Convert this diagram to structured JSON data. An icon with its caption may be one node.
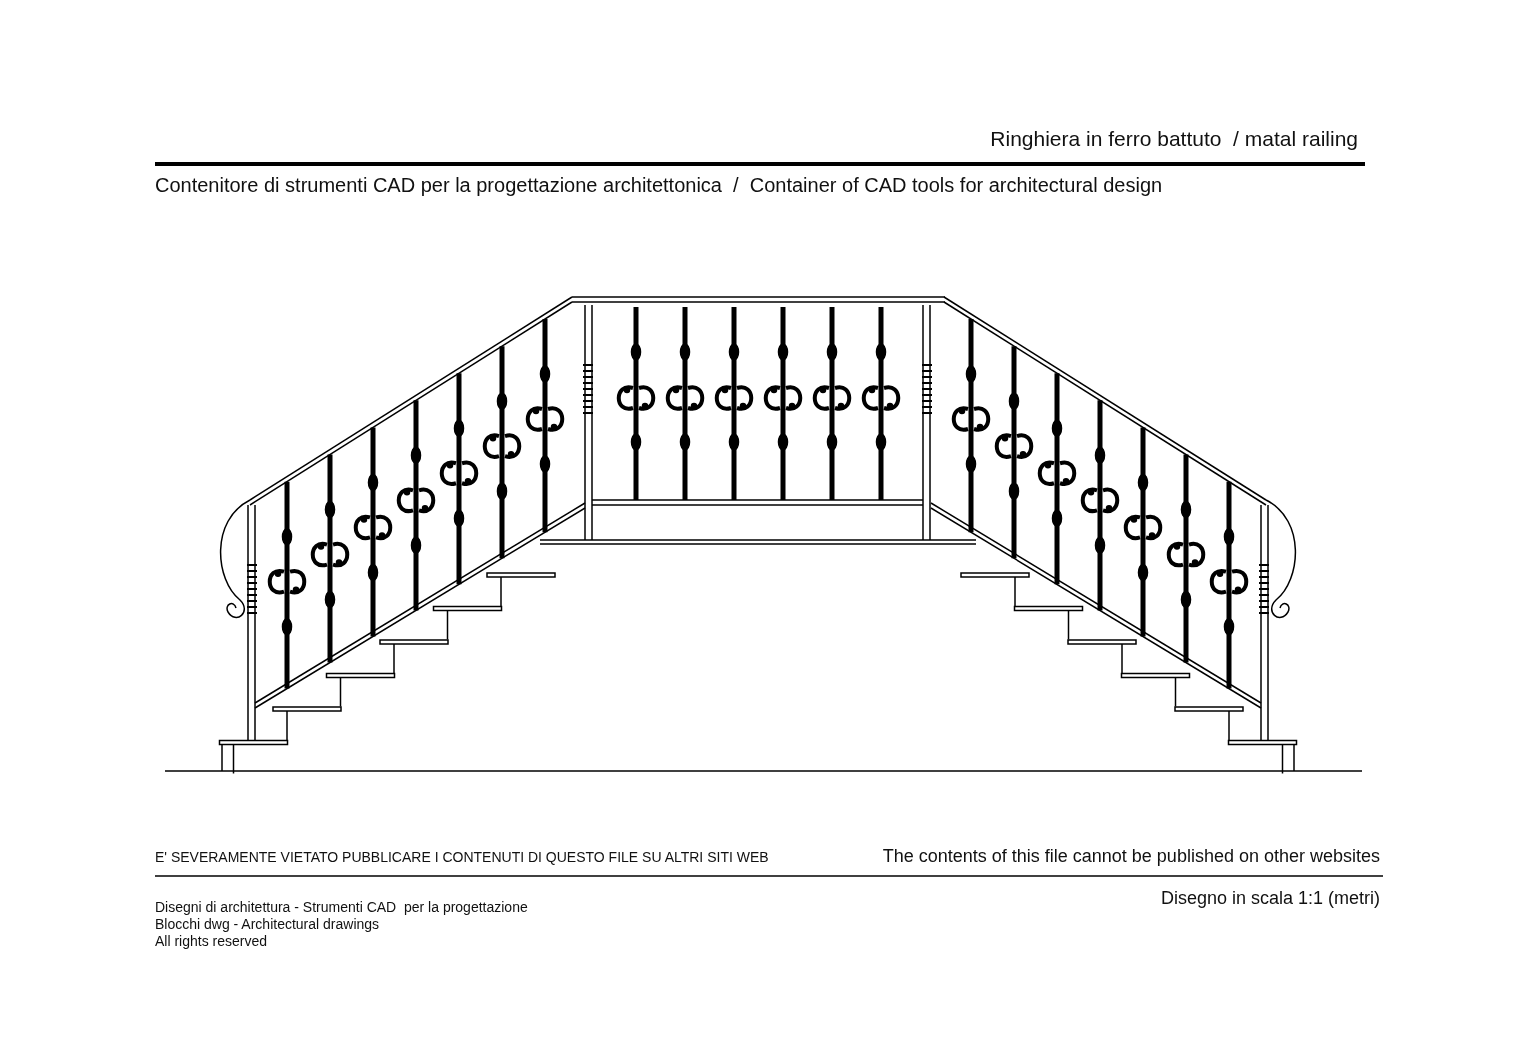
{
  "diagram": {
    "title": "Ringhiera in ferro battuto  / matal railing",
    "labels": [
      "Contenitore di strumenti CAD per la progettazione architettonica  /  Container of CAD tools for architectural design",
      "E' SEVERAMENTE VIETATO PUBBLICARE I CONTENUTI DI QUESTO FILE SU ALTRI SITI WEB",
      "The contents of this file cannot be published on other websites",
      "Disegni di architettura - Strumenti CAD  per la progettazione",
      "Blocchi dwg - Architectural drawings",
      "All rights reserved",
      "Disegno in scala 1:1 (metri)"
    ]
  }
}
